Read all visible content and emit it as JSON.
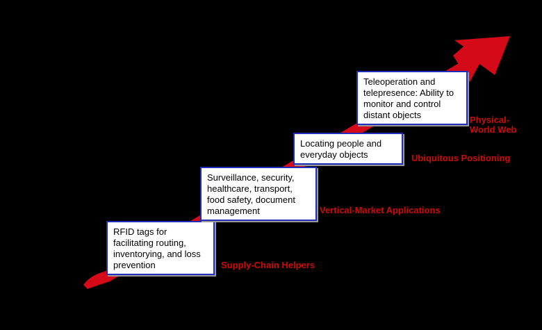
{
  "colors": {
    "background": "#000000",
    "arrow": "#d40a18",
    "box_fill": "#ffffff",
    "box_border": "#1f2db8",
    "label": "#cc0a0a"
  },
  "steps": [
    {
      "description": "RFID tags for facilitating routing, inventorying, and loss prevention",
      "stage": "Supply-Chain Helpers"
    },
    {
      "description": "Surveillance, security, healthcare, transport, food safety,  document management",
      "stage": "Vertical-Market Applications"
    },
    {
      "description": "Locating people and everyday objects",
      "stage": "Ubiquitous Positioning"
    },
    {
      "description": "Teleoperation and telepresence: Ability to monitor and control distant objects",
      "stage": "Physical-World Web"
    }
  ]
}
